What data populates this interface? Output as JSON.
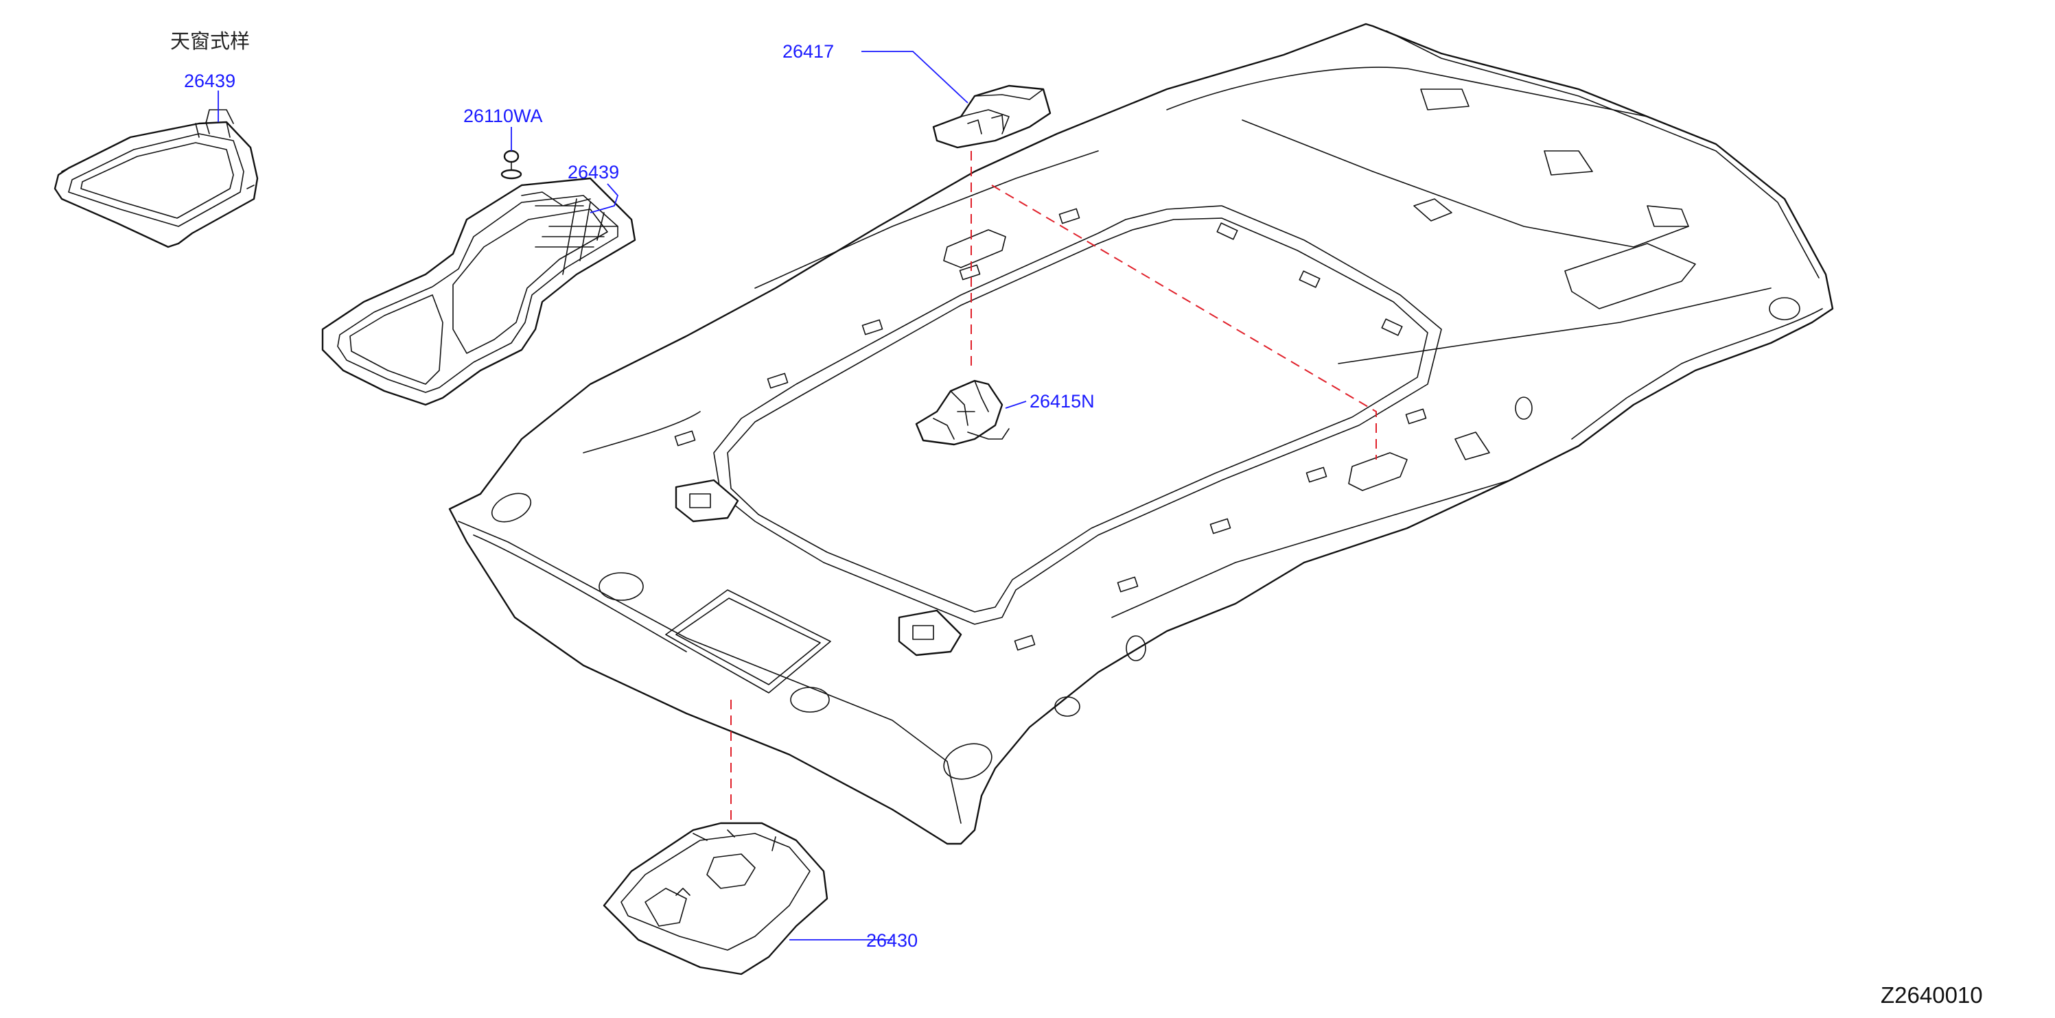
{
  "diagram": {
    "variant_label": "天窗式样",
    "figure_code": "Z2640010",
    "parts": {
      "sunroof_frame_small": "26439",
      "clip": "26110WA",
      "sunroof_frame_large": "26439",
      "assist_grip_bracket": "26417",
      "center_lamp": "26415N",
      "map_lamp": "26430"
    },
    "colors": {
      "part_number": "#1a1aff",
      "guide_line": "#e0202a",
      "outline": "#111111"
    }
  }
}
